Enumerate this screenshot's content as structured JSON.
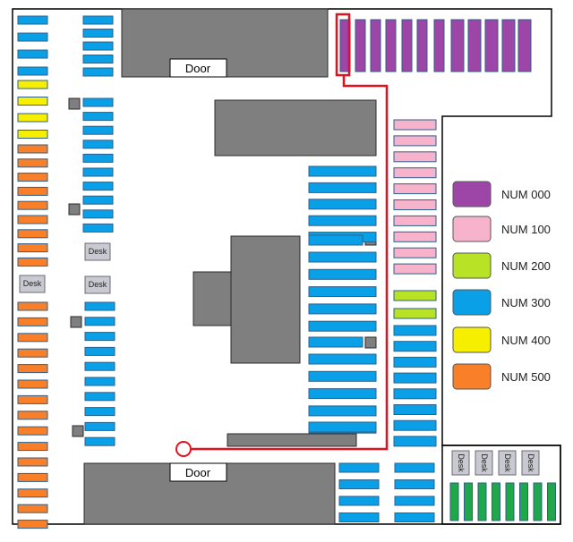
{
  "colors": {
    "num_000": "#9e46a8",
    "num_100": "#f7b3cb",
    "num_200": "#b7e225",
    "num_300": "#0aa0e8",
    "num_400": "#f7ef00",
    "num_500": "#f98028",
    "desk_station": "#1fa84a",
    "route": "#e3101e",
    "block": "#7f7f7f"
  },
  "doors": {
    "top": "Door",
    "bottom": "Door"
  },
  "desk_label": "Desk",
  "legend": [
    {
      "label": "NUM 000",
      "color_key": "num_000"
    },
    {
      "label": "NUM 100",
      "color_key": "num_100"
    },
    {
      "label": "NUM 200",
      "color_key": "num_200"
    },
    {
      "label": "NUM 300",
      "color_key": "num_300"
    },
    {
      "label": "NUM 400",
      "color_key": "num_400"
    },
    {
      "label": "NUM 500",
      "color_key": "num_500"
    }
  ]
}
